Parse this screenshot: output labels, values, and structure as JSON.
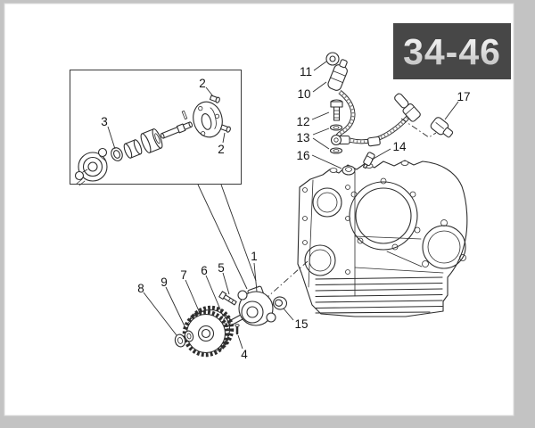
{
  "page": {
    "code": "34-46"
  },
  "colors": {
    "badge_bg": "#474747",
    "badge_text_top": "#ffffff",
    "badge_text_bottom": "#b9b9b9",
    "ink": "#2d2d2d",
    "paper": "#ffffff",
    "frame": "#c3c3c3"
  },
  "callouts": [
    {
      "id": "2-inset-top",
      "label": "2"
    },
    {
      "id": "3",
      "label": "3"
    },
    {
      "id": "2-inset-bottom",
      "label": "2"
    },
    {
      "id": "11",
      "label": "11"
    },
    {
      "id": "10",
      "label": "10"
    },
    {
      "id": "12",
      "label": "12"
    },
    {
      "id": "13",
      "label": "13"
    },
    {
      "id": "16",
      "label": "16"
    },
    {
      "id": "14",
      "label": "14"
    },
    {
      "id": "17",
      "label": "17"
    },
    {
      "id": "1",
      "label": "1"
    },
    {
      "id": "15",
      "label": "15"
    },
    {
      "id": "5",
      "label": "5"
    },
    {
      "id": "6",
      "label": "6"
    },
    {
      "id": "7",
      "label": "7"
    },
    {
      "id": "9",
      "label": "9"
    },
    {
      "id": "8",
      "label": "8"
    },
    {
      "id": "4",
      "label": "4"
    }
  ]
}
